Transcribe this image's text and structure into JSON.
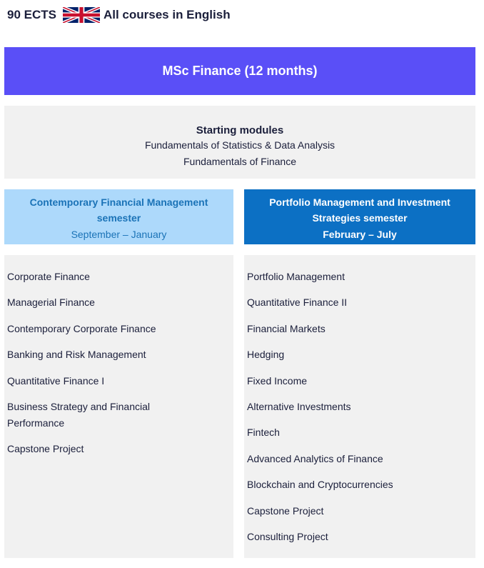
{
  "header": {
    "ects": "90 ECTS",
    "flag_icon": "uk-flag-icon",
    "language": "All courses in English"
  },
  "program": {
    "title": "MSc Finance (12 months)",
    "accent_color": "#5a4ff7"
  },
  "starting_modules": {
    "title": "Starting modules",
    "items": [
      "Fundamentals of Statistics & Data Analysis",
      "Fundamentals of Finance"
    ]
  },
  "semesters": [
    {
      "title": "Contemporary Financial Management semester",
      "dates": "September – January",
      "color": "#add9fb",
      "courses": [
        "Corporate Finance",
        "Managerial Finance",
        "Contemporary Corporate Finance",
        "Banking and Risk Management",
        "Quantitative Finance I",
        "Business Strategy and Financial Performance",
        "Capstone Project"
      ]
    },
    {
      "title": "Portfolio Management and Investment Strategies semester",
      "dates": "February – July",
      "color": "#0c70c4",
      "courses": [
        "Portfolio Management",
        "Quantitative Finance II",
        "Financial Markets",
        "Hedging",
        "Fixed Income",
        "Alternative Investments",
        "Fintech",
        "Advanced Analytics of Finance",
        "Blockchain and Cryptocurrencies",
        "Capstone Project",
        "Consulting Project"
      ]
    }
  ]
}
